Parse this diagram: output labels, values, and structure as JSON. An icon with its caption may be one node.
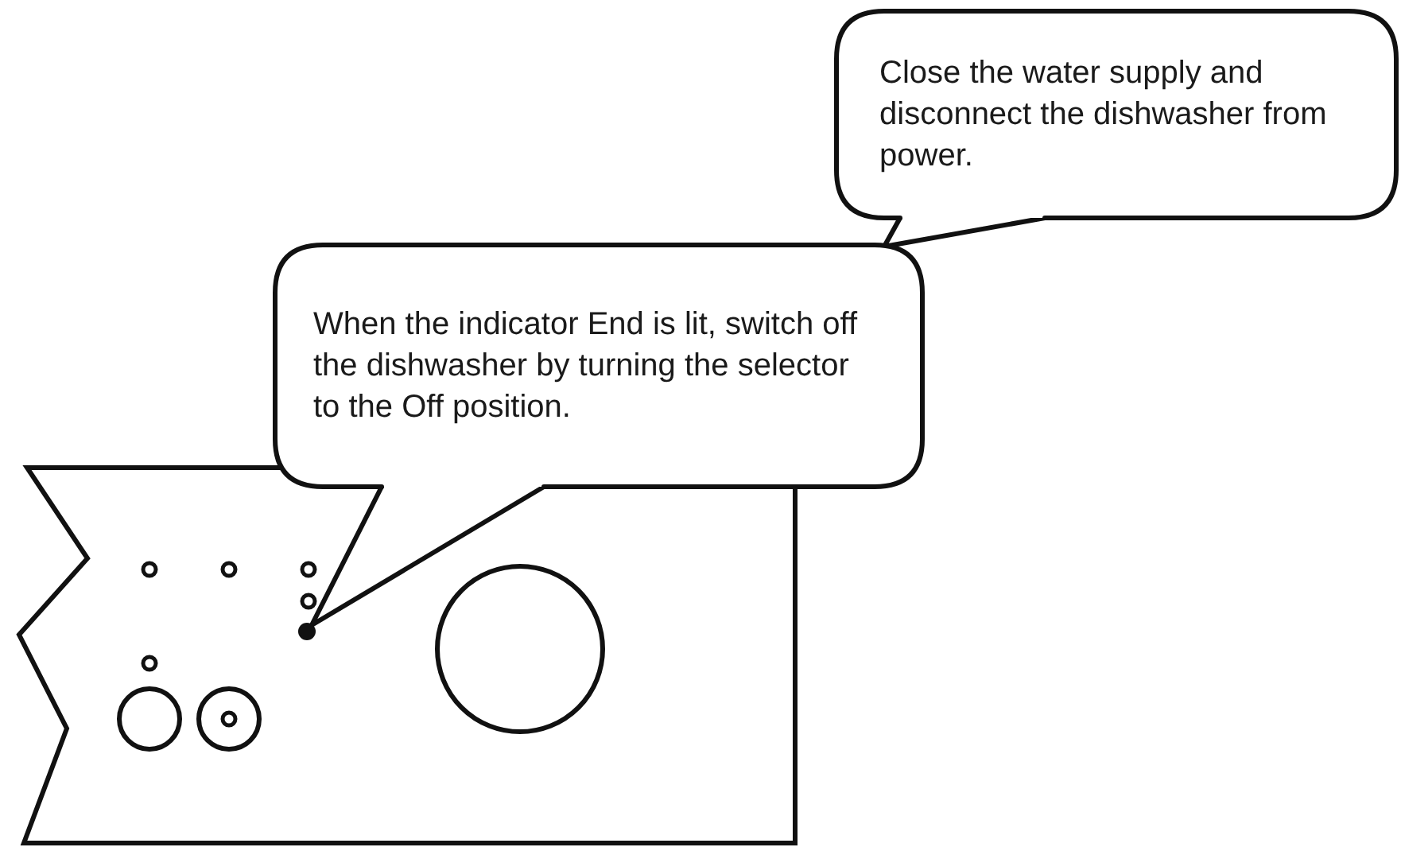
{
  "diagram": {
    "nodes": [
      {
        "text": [
          "Close the water supply and disconnect the dishwasher from power."
        ]
      },
      {
        "text": [
          "When the indicator End is lit, switch off the dishwasher by turning the selector to the Off position."
        ]
      },
      {
        "text": [],
        "shape": "circle"
      }
    ],
    "edges": [
      {
        "from": 0,
        "to": 1,
        "arrow": "none"
      },
      {
        "from": 1,
        "to": 2,
        "arrow": "none"
      }
    ]
  }
}
